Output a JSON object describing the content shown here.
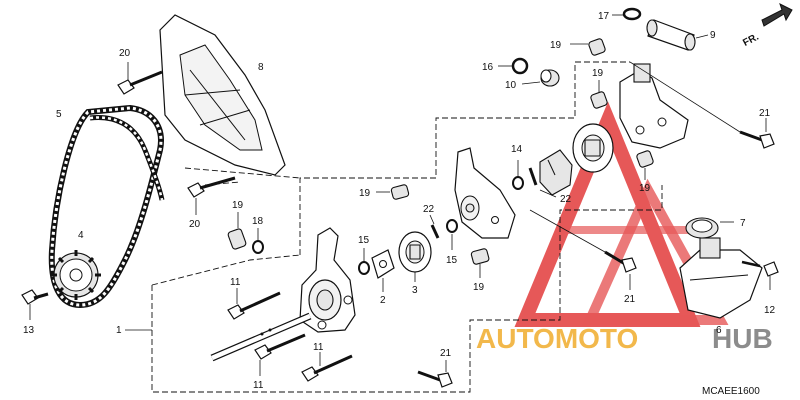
{
  "diagram_code": "MCAEE1600",
  "direction_label": "FR.",
  "watermark": {
    "part1": "AUTOMOTO",
    "part2": "HUB",
    "color_main": "#f2b84b",
    "color_accent": "#8c8c8c",
    "logo_color": "#e23b3b"
  },
  "callouts": {
    "c1": "1",
    "c2": "2",
    "c3": "3",
    "c4": "4",
    "c5": "5",
    "c6": "6",
    "c7": "7",
    "c8": "8",
    "c9": "9",
    "c10": "10",
    "c11a": "11",
    "c11b": "11",
    "c11c": "11",
    "c12": "12",
    "c13": "13",
    "c14": "14",
    "c15a": "15",
    "c15b": "15",
    "c16": "16",
    "c17": "17",
    "c18": "18",
    "c19a": "19",
    "c19b": "19",
    "c19c": "19",
    "c19d": "19",
    "c19e": "19",
    "c19f": "19",
    "c20a": "20",
    "c20b": "20",
    "c21a": "21",
    "c21b": "21",
    "c21c": "21",
    "c22a": "22",
    "c22b": "22"
  }
}
